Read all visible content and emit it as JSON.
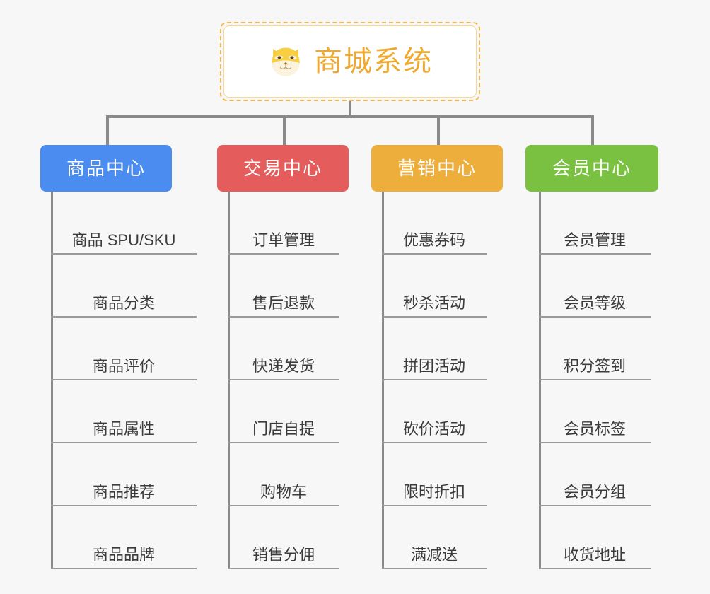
{
  "root": {
    "title": "商城系统",
    "icon": "shiba-dog-icon",
    "title_color": "#efa92f",
    "border_color": "#f0b94a"
  },
  "categories": [
    {
      "label": "商品中心",
      "color": "#4a8cf0",
      "items": [
        "商品 SPU/SKU",
        "商品分类",
        "商品评价",
        "商品属性",
        "商品推荐",
        "商品品牌"
      ]
    },
    {
      "label": "交易中心",
      "color": "#e55c5c",
      "items": [
        "订单管理",
        "售后退款",
        "快递发货",
        "门店自提",
        "购物车",
        "销售分佣"
      ]
    },
    {
      "label": "营销中心",
      "color": "#eeae3c",
      "items": [
        "优惠券码",
        "秒杀活动",
        "拼团活动",
        "砍价活动",
        "限时折扣",
        "满减送"
      ]
    },
    {
      "label": "会员中心",
      "color": "#7ac142",
      "items": [
        "会员管理",
        "会员等级",
        "积分签到",
        "会员标签",
        "会员分组",
        "收货地址"
      ]
    }
  ],
  "canvas": {
    "background": "#f7f7f7",
    "connector_color": "#8a8a8a",
    "leaf_text_color": "#3b3b3b"
  }
}
